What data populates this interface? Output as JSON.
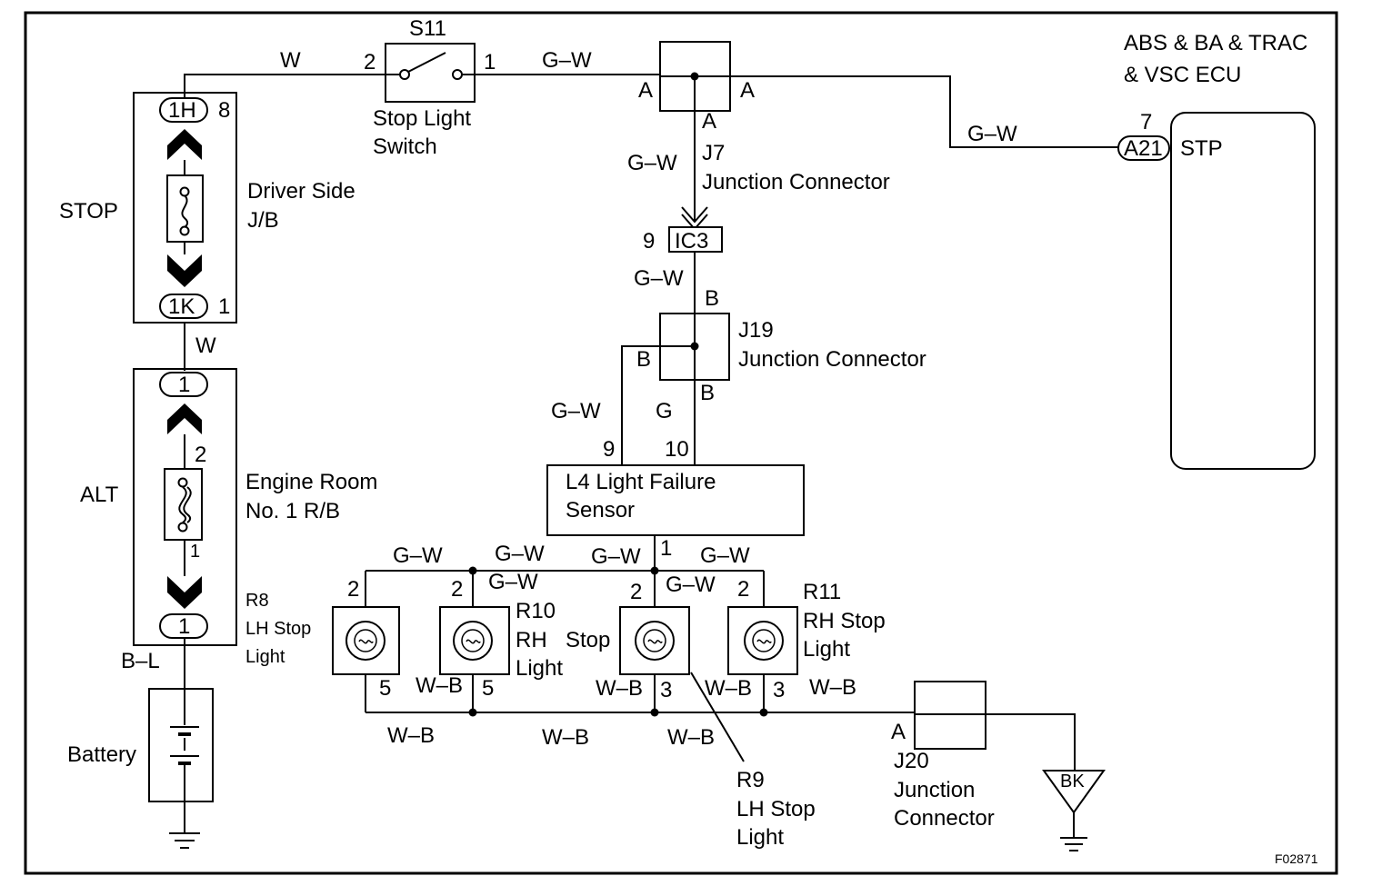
{
  "texts": {
    "ecu_title_1": "ABS & BA & TRAC",
    "ecu_title_2": "& VSC ECU",
    "ecu_pin_num": "7",
    "ecu_conn": "A21",
    "ecu_term": "STP",
    "s11_id": "S11",
    "s11_pin2": "2",
    "s11_pin1": "1",
    "s11_name_1": "Stop Light",
    "s11_name_2": "Switch",
    "wire_w_top": "W",
    "wire_gw_top": "G–W",
    "wire_gw_ecu": "G–W",
    "j7_pin_left": "A",
    "j7_pin_right": "A",
    "j7_pin_bottom": "A",
    "j7_id": "J7",
    "j7_name": "Junction Connector",
    "wire_gw_j7": "G–W",
    "ic3_pin": "9",
    "ic3_conn": "IC3",
    "wire_gw_ic3": "G–W",
    "j19_pin_top": "B",
    "j19_id": "J19",
    "j19_name": "Junction Connector",
    "j19_pin_left": "B",
    "j19_pin_bottom": "B",
    "wire_gw_l4": "G–W",
    "wire_g_l4": "G",
    "l4_pin9": "9",
    "l4_pin10": "10",
    "l4_name_1": "L4 Light Failure",
    "l4_name_2": "Sensor",
    "l4_pin1": "1",
    "jb_conn_1h": "1H",
    "jb_pin_8": "8",
    "fuse_stop": "STOP",
    "jb_name_1": "Driver Side",
    "jb_name_2": "J/B",
    "jb_conn_1k": "1K",
    "jb_pin_1": "1",
    "wire_w_mid": "W",
    "rb_conn_top": "1",
    "rb_pin_2": "2",
    "fuse_alt": "ALT",
    "rb_name_1": "Engine Room",
    "rb_name_2": "No. 1 R/B",
    "rb_pin_1": "1",
    "rb_conn_bottom": "1",
    "wire_bl": "B–L",
    "battery": "Battery",
    "r8_id": "R8",
    "r8_name_1": "LH Stop",
    "r8_name_2": "Light",
    "r8_pin2": "2",
    "r8_pin5": "5",
    "r10_pin2": "2",
    "r10_id": "R10",
    "r10_name_1": "RH",
    "r10_name_2": "Light",
    "r10_pin5": "5",
    "r9_pin2": "2",
    "r9_stop_word": "Stop",
    "r9_pin3": "3",
    "r9_id": "R9",
    "r9_name_1": "LH Stop",
    "r9_name_2": "Light",
    "r11_pin2": "2",
    "r11_id": "R11",
    "r11_name_1": "RH Stop",
    "r11_name_2": "Light",
    "r11_pin3": "3",
    "gw_bus_1": "G–W",
    "gw_bus_2": "G–W",
    "gw_bus_3": "G–W",
    "gw_bus_4": "G–W",
    "gw_bus_5": "G–W",
    "gw_bus_6": "G–W",
    "wb_1": "W–B",
    "wb_2": "W–B",
    "wb_3": "W–B",
    "wb_4": "W–B",
    "wb_5": "W–B",
    "wb_6": "W–B",
    "wb_7": "W–B",
    "j20_pin": "A",
    "j20_id": "J20",
    "j20_name_1": "Junction",
    "j20_name_2": "Connector",
    "ground_bk": "BK",
    "figure_code": "F02871"
  }
}
